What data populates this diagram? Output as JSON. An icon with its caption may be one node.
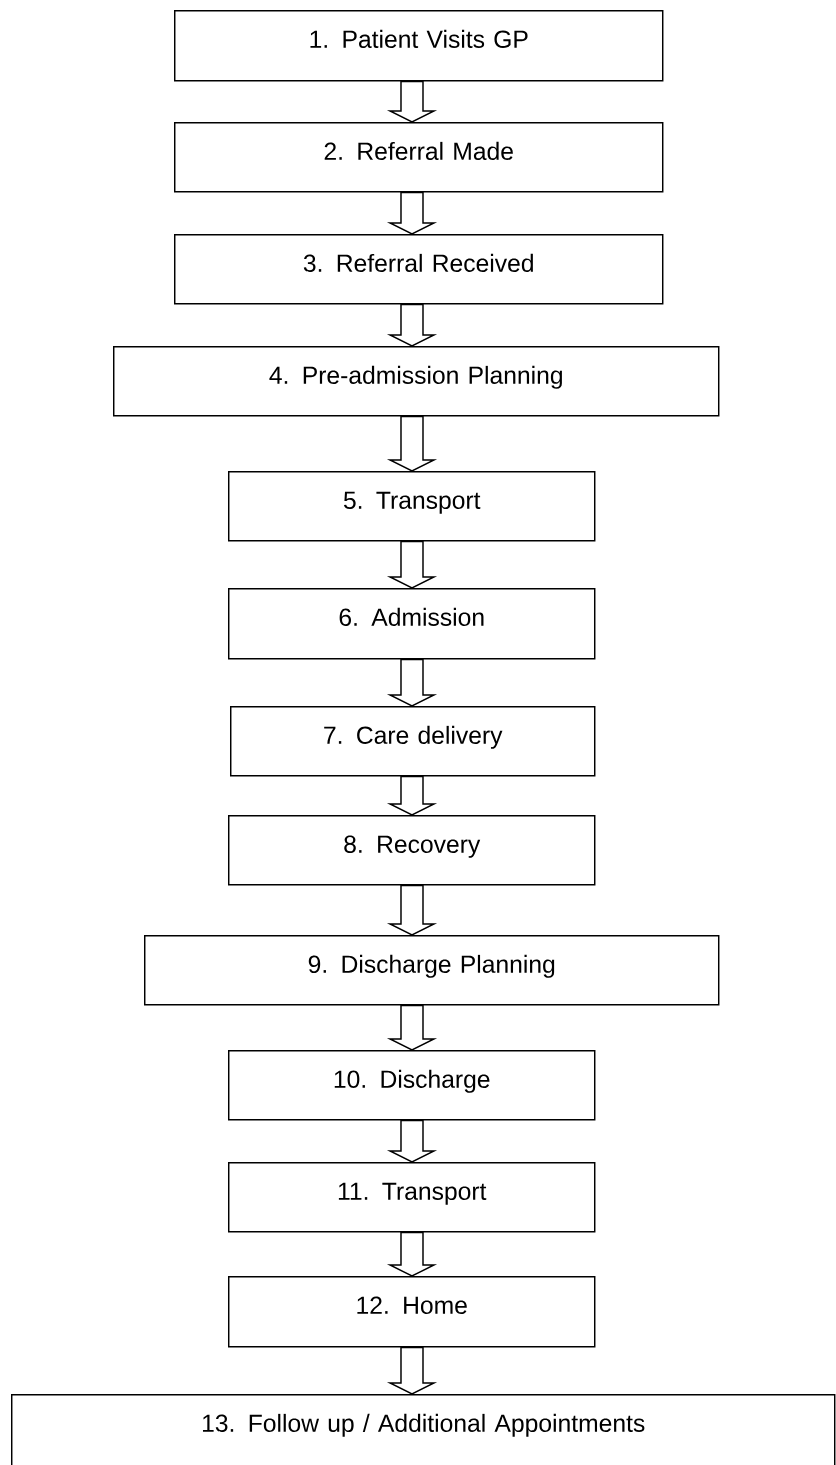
{
  "diagram": {
    "nodes": [
      {
        "text": [
          "1. Patient Visits GP"
        ]
      },
      {
        "text": [
          "2. Referral Made"
        ]
      },
      {
        "text": [
          "3. Referral Received"
        ]
      },
      {
        "text": [
          "4. Pre-admission Planning"
        ]
      },
      {
        "text": [
          "5. Transport"
        ]
      },
      {
        "text": [
          "6. Admission"
        ]
      },
      {
        "text": [
          "7. Care delivery"
        ]
      },
      {
        "text": [
          "8. Recovery"
        ]
      },
      {
        "text": [
          "9. Discharge Planning"
        ]
      },
      {
        "text": [
          "10. Discharge"
        ]
      },
      {
        "text": [
          "11. Transport"
        ]
      },
      {
        "text": [
          "12. Home"
        ]
      },
      {
        "text": [
          "13. Follow up / Additional Appointments"
        ]
      }
    ],
    "edges": [
      {
        "from": 0,
        "to": 1,
        "arrow": "to"
      },
      {
        "from": 1,
        "to": 2,
        "arrow": "to"
      },
      {
        "from": 2,
        "to": 3,
        "arrow": "to"
      },
      {
        "from": 3,
        "to": 4,
        "arrow": "to"
      },
      {
        "from": 4,
        "to": 5,
        "arrow": "to"
      },
      {
        "from": 5,
        "to": 6,
        "arrow": "to"
      },
      {
        "from": 6,
        "to": 7,
        "arrow": "to"
      },
      {
        "from": 7,
        "to": 8,
        "arrow": "to"
      },
      {
        "from": 8,
        "to": 9,
        "arrow": "to"
      },
      {
        "from": 9,
        "to": 10,
        "arrow": "to"
      },
      {
        "from": 10,
        "to": 11,
        "arrow": "to"
      },
      {
        "from": 11,
        "to": 12,
        "arrow": "to"
      }
    ]
  }
}
